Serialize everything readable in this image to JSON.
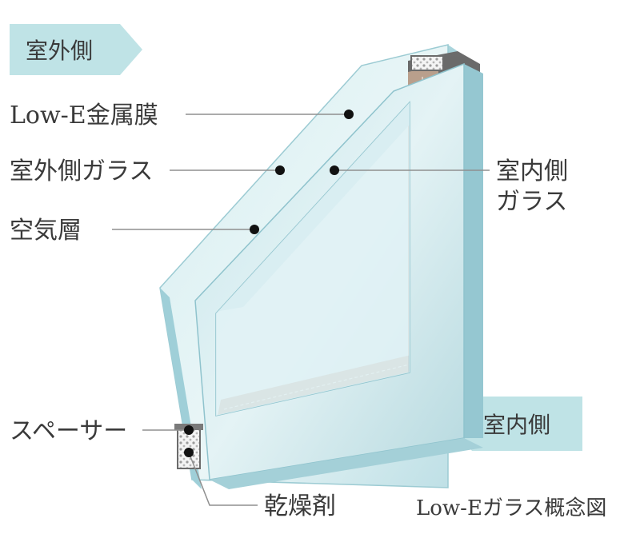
{
  "diagram": {
    "outside_tag": "室外側",
    "inside_tag": "室内側",
    "labels": {
      "low_e_film": "Low-E金属膜",
      "outer_glass": "室外側ガラス",
      "air_layer": "空気層",
      "inner_glass_line1": "室内側",
      "inner_glass_line2": "ガラス",
      "spacer": "スペーサー",
      "desiccant": "乾燥剤"
    },
    "caption": "Low-Eガラス概念図"
  }
}
